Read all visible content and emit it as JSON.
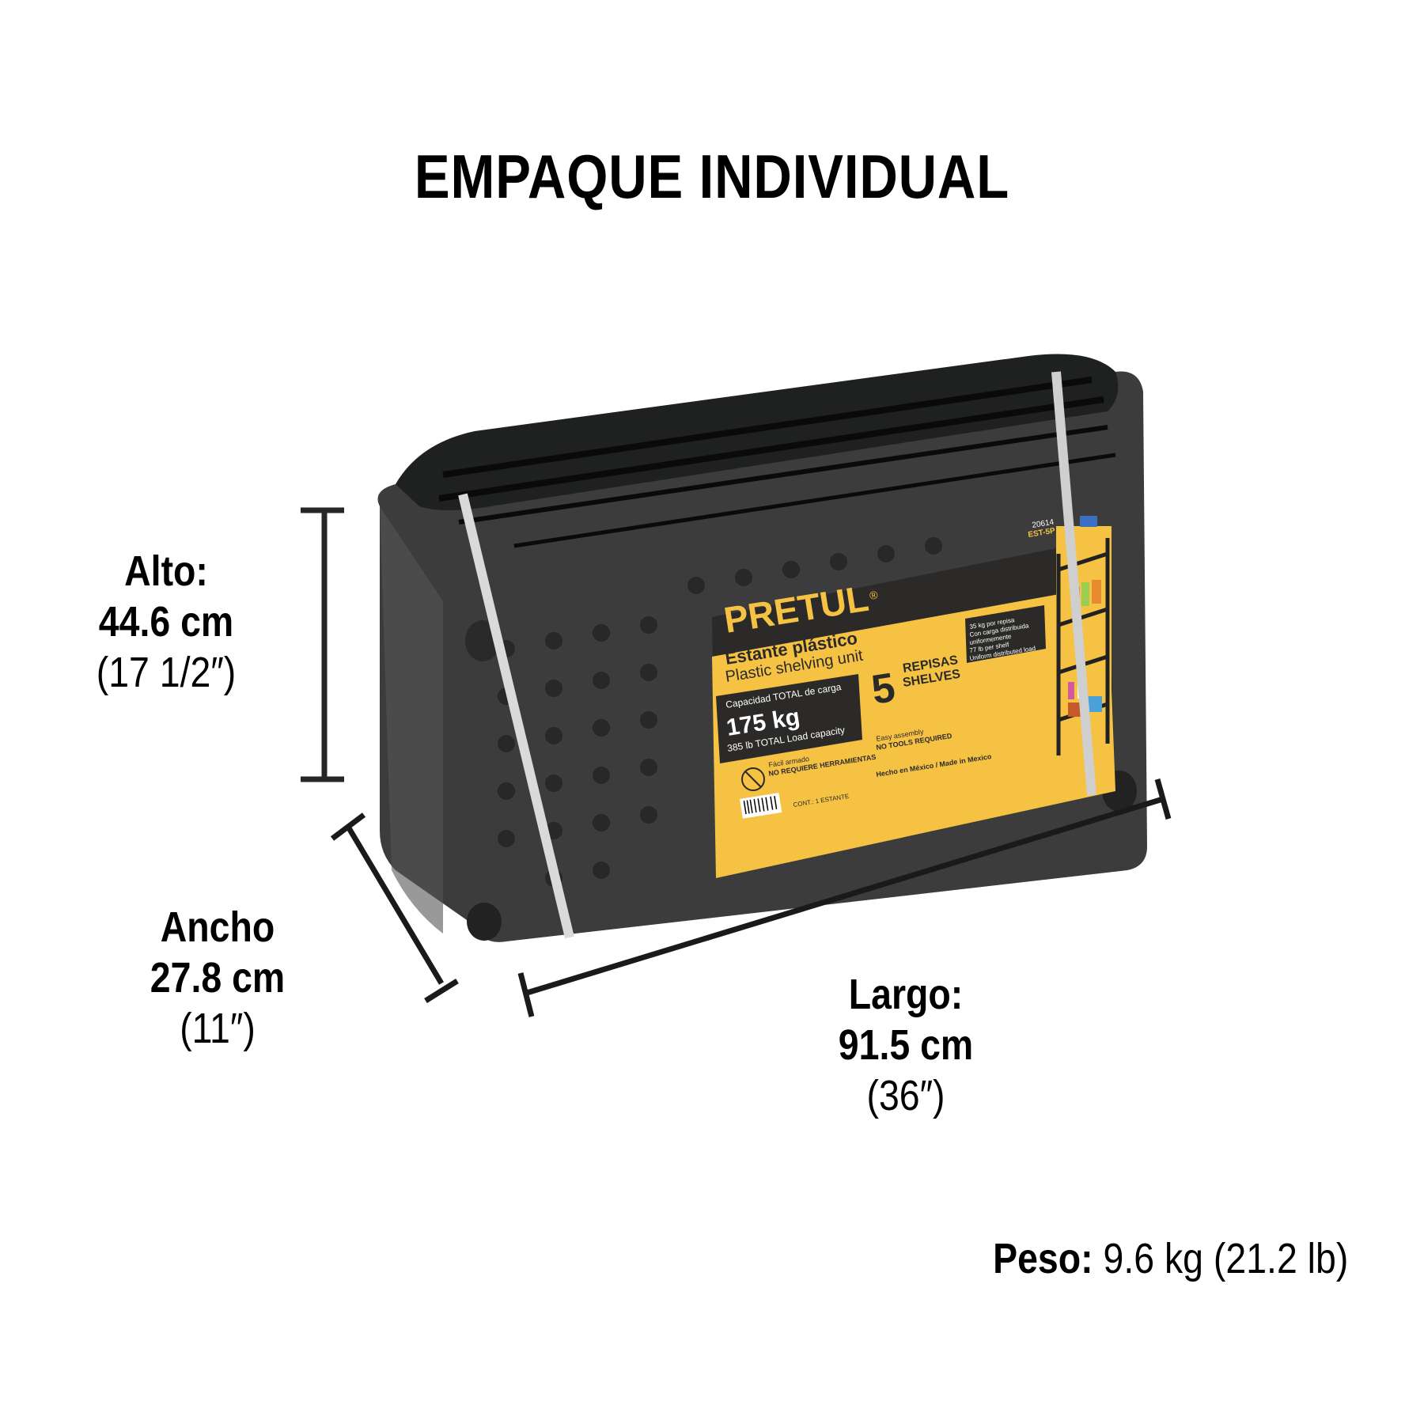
{
  "title": "EMPAQUE INDIVIDUAL",
  "dimensions": {
    "alto": {
      "label": "Alto:",
      "metric": "44.6 cm",
      "imperial": "(17 1/2″)"
    },
    "ancho": {
      "label": "Ancho",
      "metric": "27.8 cm",
      "imperial": "(11″)"
    },
    "largo": {
      "label": "Largo:",
      "metric": "91.5 cm",
      "imperial": "(36″)"
    }
  },
  "weight": {
    "label": "Peso:",
    "value": "9.6 kg (21.2 lb)"
  },
  "package_label": {
    "brand": "PRETUL",
    "registered": "®",
    "model_number": "20614",
    "model_code": "EST-5P",
    "product_es": "Estante plástico",
    "product_en": "Plastic shelving unit",
    "capacity_title": "Capacidad TOTAL de carga",
    "capacity_value": "175 kg",
    "capacity_en": "385 lb TOTAL Load capacity",
    "shelves_number": "5",
    "shelves_es": "REPISAS",
    "shelves_en": "SHELVES",
    "per_shelf_es_1": "35 kg por repisa",
    "per_shelf_es_2": "Con carga distribuida",
    "per_shelf_es_3": "uniformemente",
    "per_shelf_en_1": "77 lb per shelf",
    "per_shelf_en_2": "Uniform distributed load",
    "assembly_es_1": "Fácil armado",
    "assembly_es_2": "NO REQUIERE HERRAMIENTAS",
    "assembly_en_1": "Easy assembly",
    "assembly_en_2": "NO TOOLS REQUIRED",
    "made_in": "Hecho en México / Made in Mexico",
    "contents": "CONT.: 1 ESTANTE",
    "colors": {
      "yellow": "#f6c244",
      "dark": "#2b2a28",
      "wrap": "#4a4a4a"
    }
  }
}
